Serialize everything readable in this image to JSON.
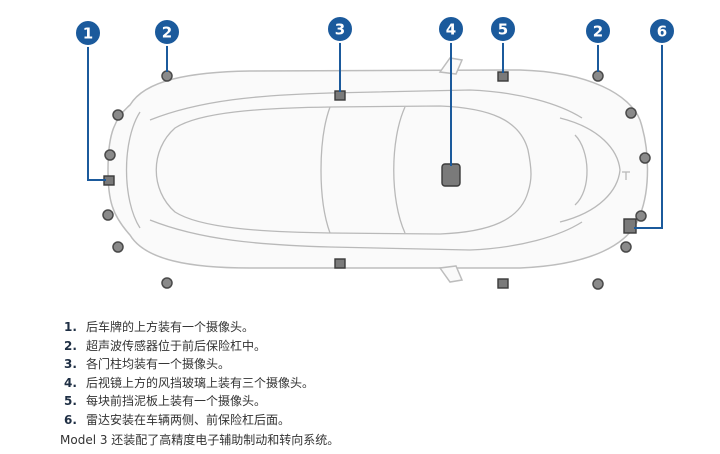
{
  "markers": [
    {
      "id": 1,
      "label": "1"
    },
    {
      "id": 2,
      "label": "2"
    },
    {
      "id": 3,
      "label": "3"
    },
    {
      "id": 4,
      "label": "4"
    },
    {
      "id": 5,
      "label": "5"
    },
    {
      "id": 6,
      "label": "2"
    },
    {
      "id": 7,
      "label": "6"
    }
  ],
  "legend": [
    {
      "num": "1.",
      "text": "后车牌的上方装有一个摄像头。"
    },
    {
      "num": "2.",
      "text": "超声波传感器位于前后保险杠中。"
    },
    {
      "num": "3.",
      "text": "各门柱均装有一个摄像头。"
    },
    {
      "num": "4.",
      "text": "后视镜上方的风挡玻璃上装有三个摄像头。"
    },
    {
      "num": "5.",
      "text": "每块前挡泥板上装有一个摄像头。"
    },
    {
      "num": "6.",
      "text": "雷达安装在车辆两侧、前保险杠后面。"
    }
  ],
  "footnote": "Model 3 还装配了高精度电子辅助制动和转向系统。",
  "colors": {
    "marker_fill": "#1b5a9c",
    "sensor_fill": "#8a8a8a",
    "text": "#333333"
  },
  "icons": {
    "car": "car-top-view-icon",
    "sensor": "ultrasonic-sensor-icon",
    "camera": "camera-icon",
    "radar": "radar-icon"
  }
}
